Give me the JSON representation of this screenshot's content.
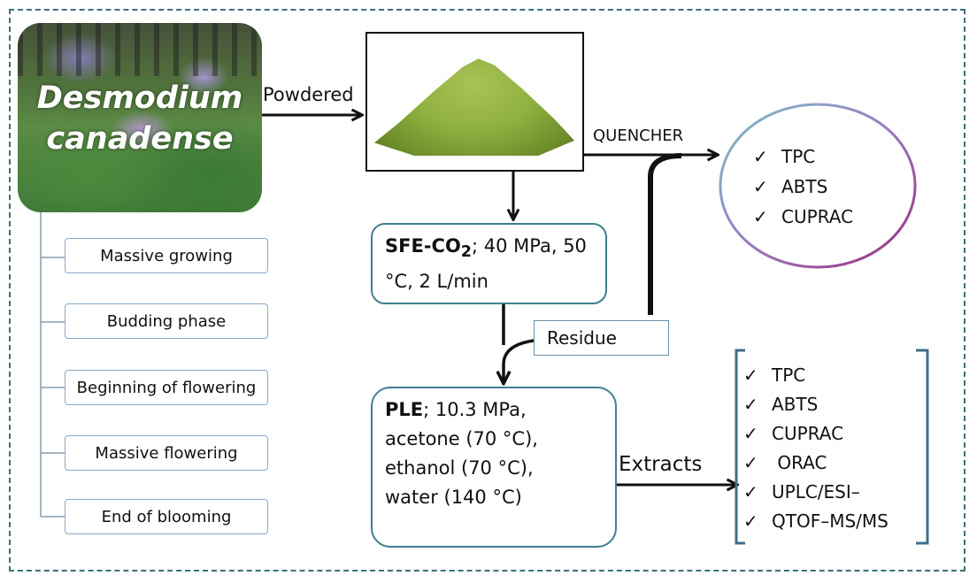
{
  "plant": {
    "title_line1": "Desmodium",
    "title_line2": "canadense"
  },
  "stages": [
    "Massive growing",
    "Budding phase",
    "Beginning of flowering",
    "Massive flowering",
    "End of blooming"
  ],
  "labels": {
    "powdered": "Powdered",
    "quencher": "QUENCHER",
    "residue": "Residue",
    "extracts": "Extracts"
  },
  "sfe": {
    "bold": "SFE-CO",
    "sub": "2",
    "rest": "; 40 MPa, 50 °C, 2 L/min"
  },
  "ple": {
    "bold": "PLE",
    "rest": "; 10.3 MPa,",
    "line2": "acetone (70 °C),",
    "line3": "ethanol (70 °C),",
    "line4": "water (140 °C)"
  },
  "check_mark": "✓",
  "quencher_assays": [
    "TPC",
    "ABTS",
    "CUPRAC"
  ],
  "extract_assays": [
    "TPC",
    "ABTS",
    "CUPRAC",
    " ORAC",
    "UPLC/ESI–",
    "QTOF–MS/MS"
  ],
  "colors": {
    "frame": "#3f6f7a",
    "box_border": "#3f7f92",
    "stage_border": "#8aa9c7",
    "text": "#111111"
  }
}
